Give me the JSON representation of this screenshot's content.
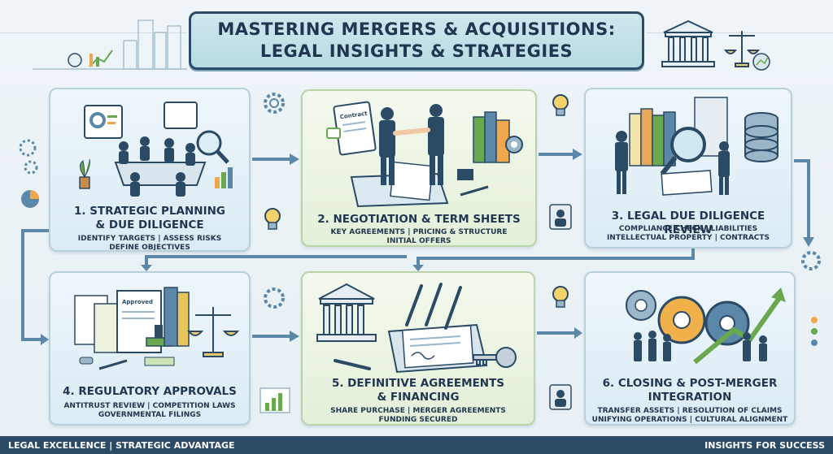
{
  "title": {
    "line1": "Mastering Mergers & Acquisitions:",
    "line2": "Legal Insights & Strategies"
  },
  "steps": [
    {
      "title_lines": [
        "1. Strategic Planning",
        "& Due Diligence"
      ],
      "sub_lines": [
        "Identify Targets | Assess Risks",
        "Define Objectives"
      ]
    },
    {
      "title_lines": [
        "2. Negotiation & Term Sheets"
      ],
      "sub_lines": [
        "Key Agreements | Pricing & Structure",
        "Initial Offers"
      ]
    },
    {
      "title_lines": [
        "3. Legal Due Diligence Review"
      ],
      "sub_lines": [
        "Compliance Check | Liabilities",
        "Intellectual Property | Contracts"
      ]
    },
    {
      "title_lines": [
        "4. Regulatory Approvals"
      ],
      "sub_lines": [
        "Antitrust Review | Competition Laws",
        "Governmental Filings"
      ]
    },
    {
      "title_lines": [
        "5. Definitive Agreements",
        "& Financing"
      ],
      "sub_lines": [
        "Share Purchase | Merger Agreements",
        "Funding Secured"
      ]
    },
    {
      "title_lines": [
        "6. Closing & Post-Merger",
        "Integration"
      ],
      "sub_lines": [
        "Transfer Assets | Resolution of Claims",
        "Unifying Operations | Cultural Alignment"
      ]
    }
  ],
  "illustration_labels": {
    "contract": "Contract",
    "approved": "Approved"
  },
  "footer": {
    "left": "Legal Excellence | Strategic Advantage",
    "right": "Insights for Success"
  },
  "colors": {
    "navy": "#2b4a66",
    "panel_border": "#b8cfdc",
    "accent_green": "#6aa84f",
    "accent_orange": "#f0a64a",
    "arrow": "#5b88a8"
  }
}
